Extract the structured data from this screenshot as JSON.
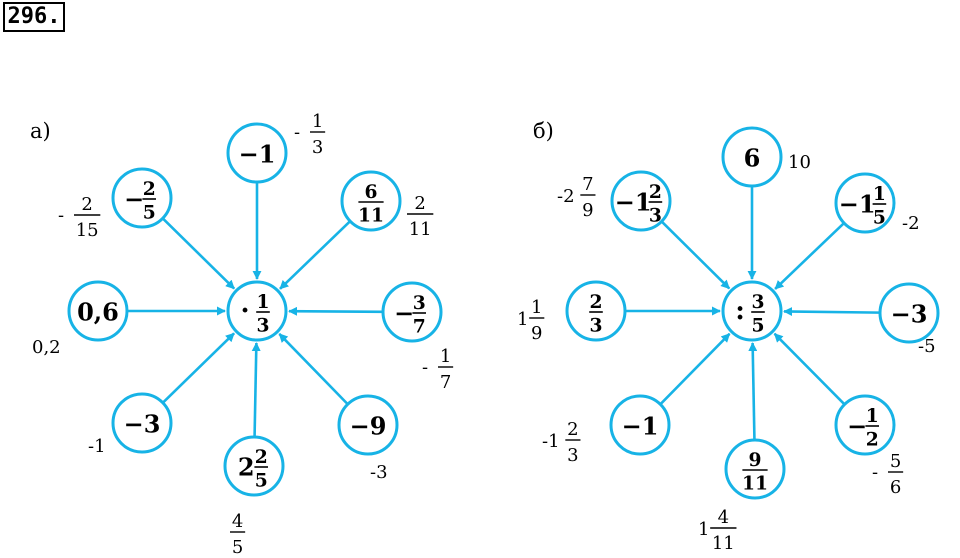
{
  "problem_number": "296.",
  "colors": {
    "accent": "#17b3e6",
    "text": "#000000"
  },
  "diagram_a": {
    "label": "а)",
    "center": {
      "op": "·",
      "n": "1",
      "d": "3"
    },
    "nodes": [
      {
        "w": "",
        "n": "",
        "d": "",
        "t": "−1",
        "answer": {
          "s": "-",
          "w": "",
          "n": "1",
          "d": "3",
          "t": ""
        }
      },
      {
        "w": "",
        "n": "6",
        "d": "11",
        "t": "",
        "answer": {
          "s": "",
          "w": "",
          "n": "2",
          "d": "11",
          "t": ""
        }
      },
      {
        "w": "−",
        "n": "3",
        "d": "7",
        "t": "",
        "answer": {
          "s": "-",
          "w": "",
          "n": "1",
          "d": "7",
          "t": ""
        }
      },
      {
        "w": "",
        "n": "",
        "d": "",
        "t": "−9",
        "answer": {
          "s": "",
          "w": "",
          "n": "",
          "d": "",
          "t": "-3"
        }
      },
      {
        "w": "2",
        "n": "2",
        "d": "5",
        "t": "",
        "answer": {
          "s": "",
          "w": "",
          "n": "4",
          "d": "5",
          "t": ""
        }
      },
      {
        "w": "",
        "n": "",
        "d": "",
        "t": "−3",
        "answer": {
          "s": "",
          "w": "",
          "n": "",
          "d": "",
          "t": "-1"
        }
      },
      {
        "w": "",
        "n": "",
        "d": "",
        "t": "0,6",
        "answer": {
          "s": "",
          "w": "",
          "n": "",
          "d": "",
          "t": "0,2"
        }
      },
      {
        "w": "−",
        "n": "2",
        "d": "5",
        "t": "",
        "answer": {
          "s": "-",
          "w": "",
          "n": "2",
          "d": "15",
          "t": ""
        }
      }
    ]
  },
  "diagram_b": {
    "label": "б)",
    "center": {
      "op": ":",
      "n": "3",
      "d": "5"
    },
    "nodes": [
      {
        "w": "",
        "n": "",
        "d": "",
        "t": "6",
        "answer": {
          "s": "",
          "w": "",
          "n": "",
          "d": "",
          "t": "10"
        }
      },
      {
        "w": "−1",
        "n": "1",
        "d": "5",
        "t": "",
        "answer": {
          "s": "",
          "w": "",
          "n": "",
          "d": "",
          "t": "-2"
        }
      },
      {
        "w": "",
        "n": "",
        "d": "",
        "t": "−3",
        "answer": {
          "s": "",
          "w": "",
          "n": "",
          "d": "",
          "t": "-5"
        }
      },
      {
        "w": "−",
        "n": "1",
        "d": "2",
        "t": "",
        "answer": {
          "s": "-",
          "w": "",
          "n": "5",
          "d": "6",
          "t": ""
        }
      },
      {
        "w": "",
        "n": "9",
        "d": "11",
        "t": "",
        "answer": {
          "s": "",
          "w": "1",
          "n": "4",
          "d": "11",
          "t": ""
        }
      },
      {
        "w": "",
        "n": "",
        "d": "",
        "t": "−1",
        "answer": {
          "s": "",
          "w": "-1",
          "n": "2",
          "d": "3",
          "t": ""
        }
      },
      {
        "w": "",
        "n": "2",
        "d": "3",
        "t": "",
        "answer": {
          "s": "",
          "w": "1",
          "n": "1",
          "d": "9",
          "t": ""
        }
      },
      {
        "w": "−1",
        "n": "2",
        "d": "3",
        "t": "",
        "answer": {
          "s": "",
          "w": "-2",
          "n": "7",
          "d": "9",
          "t": ""
        }
      }
    ]
  }
}
